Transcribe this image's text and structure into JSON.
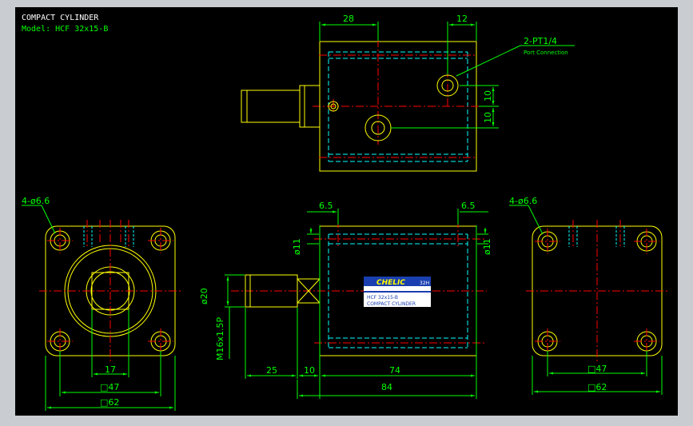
{
  "title_block": {
    "title": "COMPACT CYLINDER",
    "model": "Model: HCF 32x15-B"
  },
  "nameplate": {
    "brand": "CHELIC",
    "code": "32H",
    "model": "HCF 32x15-B",
    "name": "COMPACT CYLINDER"
  },
  "dimensions": {
    "top_28": "28",
    "top_12": "12",
    "port": "2-PT1/4",
    "port_caption": "Port Connection",
    "side_10a": "10",
    "side_10b": "10",
    "holes_left": "4-ø6.6",
    "holes_right": "4-ø6.6",
    "front_17": "17",
    "front_47": "□47",
    "front_62": "□62",
    "rear_47": "□47",
    "rear_62": "□62",
    "dim_6_5_left": "6.5",
    "dim_6_5_right": "6.5",
    "dia_11_left": "ø11",
    "dia_11_right": "ø11",
    "dia_20": "ø20",
    "thread": "M16x1.5P",
    "dim_25": "25",
    "dim_10": "10",
    "dim_74": "74",
    "dim_84": "84"
  },
  "colors": {
    "background": "#000000",
    "frame": "#c9ccd1",
    "outline": "#ffff00",
    "dimension": "#00ff00",
    "centerline": "#ff0000",
    "hidden": "#00ffff",
    "nameplate_bg": "#ffffff",
    "nameplate_blue": "#1a3fb0"
  }
}
